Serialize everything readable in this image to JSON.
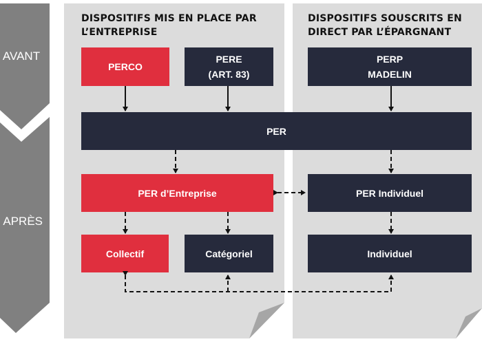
{
  "phases": {
    "before": "AVANT",
    "after": "APRÈS"
  },
  "panels": {
    "company": {
      "title_line1": "DISPOSITIFS MIS EN PLACE PAR",
      "title_line2": "L’ENTREPRISE"
    },
    "individual": {
      "title_line1": "DISPOSITIFS SOUSCRITS EN",
      "title_line2": "DIRECT PAR L’ÉPARGNANT"
    }
  },
  "boxes": {
    "perco": "PERCO",
    "pere_line1": "PERE",
    "pere_line2": "(ART. 83)",
    "perp_line1": "PERP",
    "perp_line2": "MADELIN",
    "per": "PER",
    "per_entreprise": "PER d’Entreprise",
    "per_individuel": "PER Individuel",
    "collectif": "Collectif",
    "categoriel": "Catégoriel",
    "individuel": "Individuel"
  },
  "colors": {
    "red": "#e02f3e",
    "navy": "#262a3c",
    "panel": "#dcdcdc",
    "phase_arrow": "#808080"
  }
}
